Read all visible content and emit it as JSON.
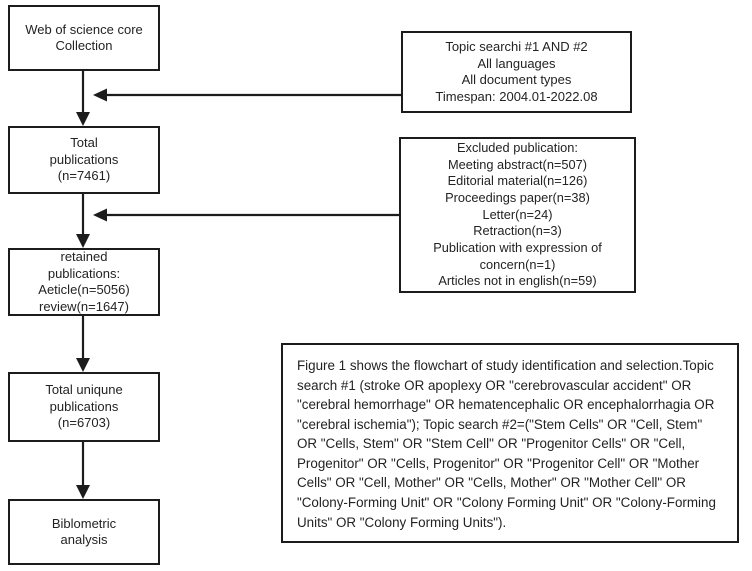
{
  "flowchart": {
    "boxes": {
      "source": "Web of science core\nCollection",
      "criteria": "Topic searchi #1 AND #2\nAll languages\nAll document types\nTimespan: 2004.01-2022.08",
      "total": "Total\npublications\n(n=7461)",
      "excluded": "Excluded publication:\nMeeting abstract(n=507)\nEditorial material(n=126)\nProceedings paper(n=38)\nLetter(n=24)\nRetraction(n=3)\nPublication with expression of\nconcern(n=1)\nArticles not in english(n=59)",
      "retained": "retained\npublications:\nAeticle(n=5056)\nreview(n=1647)",
      "unique": "Total uniqune\npublications\n(n=6703)",
      "analysis": "Biblometric\nanalysis"
    },
    "connectors": [
      {
        "from": "source",
        "to": "total",
        "type": "arrow-down"
      },
      {
        "from": "criteria",
        "to": "source-total-line",
        "type": "arrow-left"
      },
      {
        "from": "total",
        "to": "retained",
        "type": "arrow-down"
      },
      {
        "from": "excluded",
        "to": "total-retained-line",
        "type": "arrow-left"
      },
      {
        "from": "retained",
        "to": "unique",
        "type": "arrow-down"
      },
      {
        "from": "unique",
        "to": "analysis",
        "type": "arrow-down"
      }
    ],
    "colors": {
      "line": "#1c1c1c",
      "text": "#232323",
      "background": "#ffffff"
    }
  },
  "figure": {
    "caption": "Figure 1 shows the flowchart of study identification and selection.Topic search #1  (stroke OR apoplexy OR \"cerebrovascular accident\" OR \"cerebral hemorrhage\" OR hematencephalic OR encephalorrhagia OR \"cerebral ischemia\");  Topic search #2=(\"Stem Cells\" OR \"Cell, Stem\" OR \"Cells, Stem\" OR \"Stem Cell\" OR \"Progenitor Cells\" OR \"Cell, Progenitor\" OR \"Cells, Progenitor\" OR \"Progenitor Cell\" OR \"Mother Cells\" OR \"Cell, Mother\" OR \"Cells, Mother\" OR \"Mother Cell\" OR \"Colony-Forming Unit\" OR \"Colony Forming Unit\" OR \"Colony-Forming Units\" OR \"Colony Forming Units\")."
  }
}
